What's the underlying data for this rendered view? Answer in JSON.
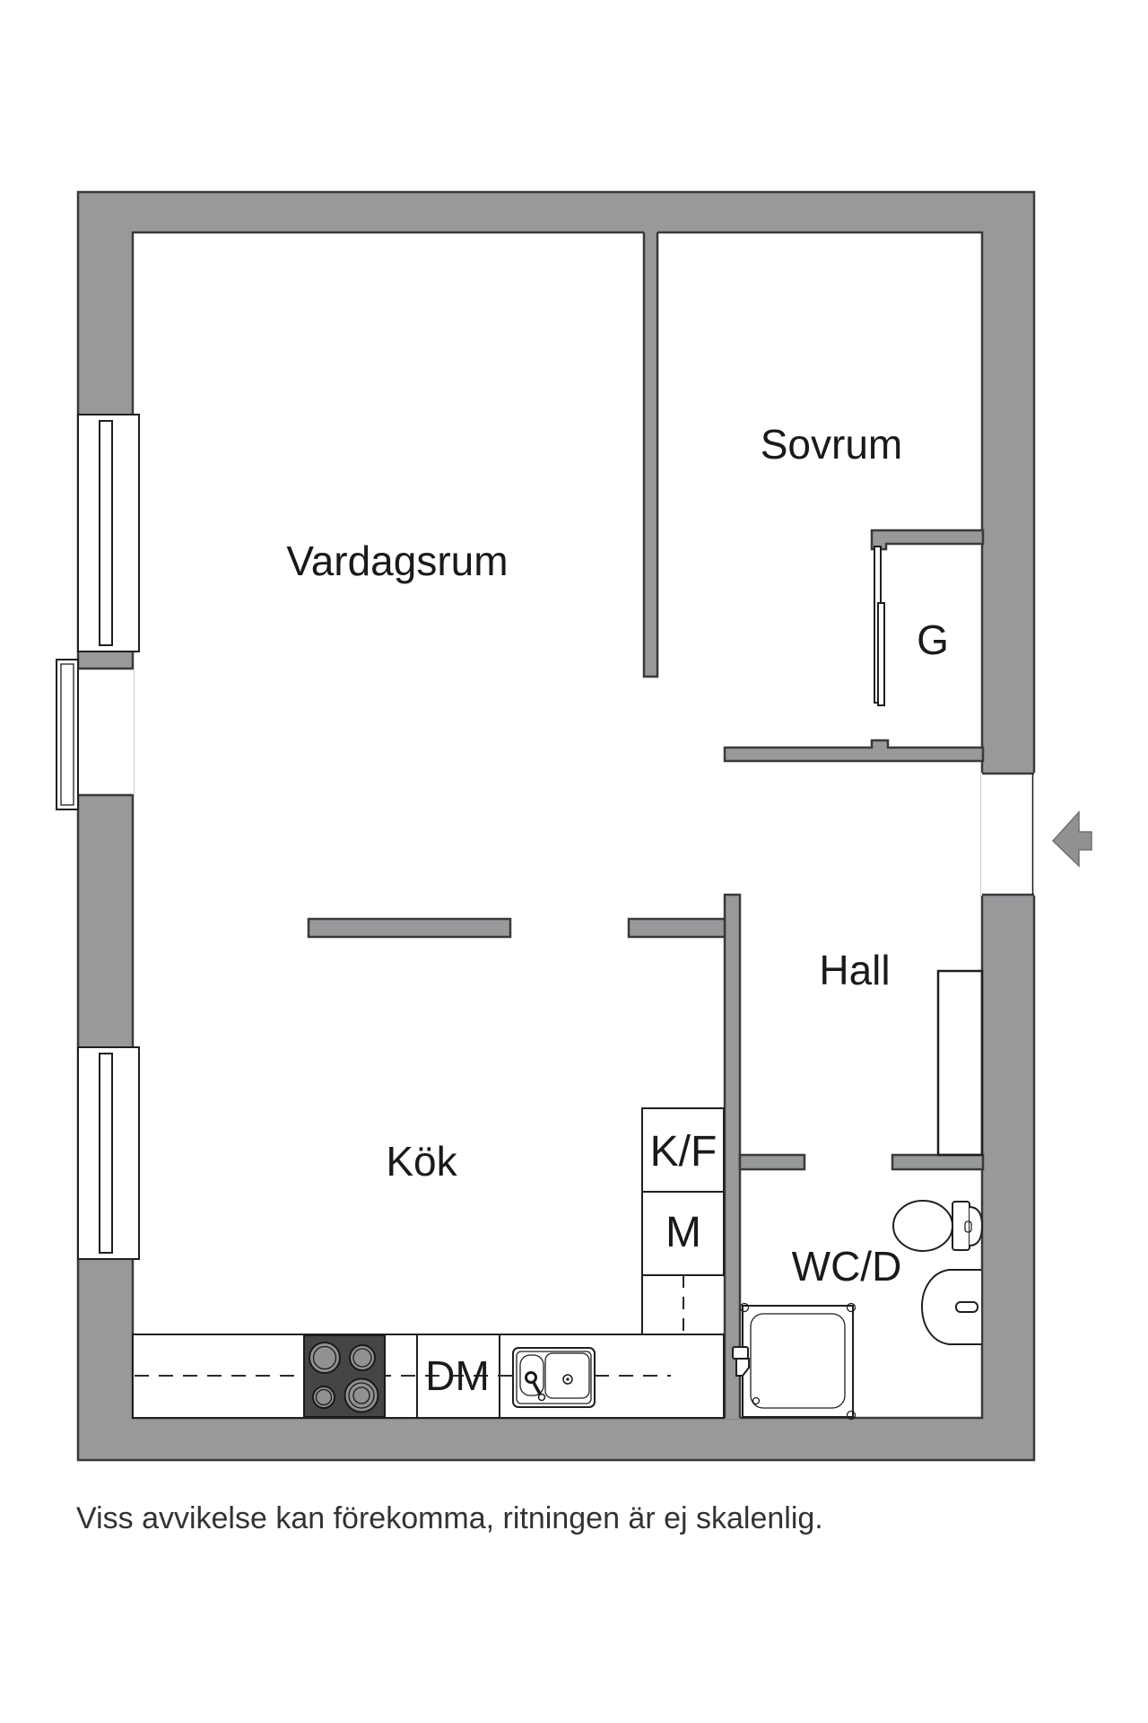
{
  "floorplan": {
    "rooms": {
      "vardagsrum": {
        "label": "Vardagsrum"
      },
      "sovrum": {
        "label": "Sovrum"
      },
      "garderob": {
        "label": "G"
      },
      "hall": {
        "label": "Hall"
      },
      "kok": {
        "label": "Kök"
      },
      "wcd": {
        "label": "WC/D"
      }
    },
    "appliances": {
      "fridge_freezer": {
        "label": "K/F"
      },
      "machine": {
        "label": "M"
      },
      "dishwasher": {
        "label": "DM"
      }
    },
    "disclaimer": "Viss avvikelse kan förekomma, ritningen är ej skalenlig.",
    "colors": {
      "wall_fill": "#97999b",
      "wall_outline": "#3a3a3a",
      "line": "#1f1f1f",
      "text": "#1a1a1a",
      "muted_text": "#333333",
      "stove_fill": "#454545",
      "burner_fill": "#8f9193",
      "arrow_fill": "#8f9193"
    },
    "icons": {
      "entry_arrow": "svg-shape",
      "stove": "svg-shape",
      "kitchen_sink": "svg-shape",
      "washing_machine": "svg-shape",
      "toilet": "svg-shape",
      "washbasin": "svg-shape",
      "window": "svg-shape",
      "balcony_door": "svg-shape",
      "closet_doors": "svg-shape"
    }
  }
}
